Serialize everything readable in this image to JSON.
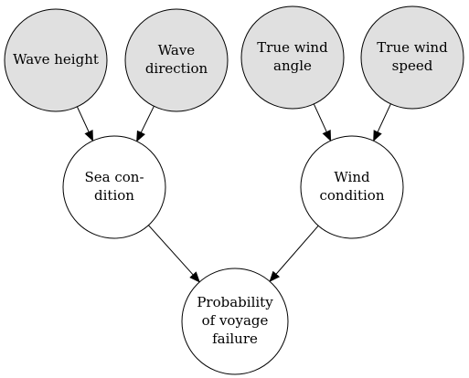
{
  "colors": {
    "observed_fill": "#e0e0e0",
    "latent_fill": "#ffffff",
    "stroke": "#000000"
  },
  "nodes": {
    "wave_height": {
      "lines": [
        "Wave height"
      ],
      "observed": true
    },
    "wave_direction": {
      "lines": [
        "Wave",
        "direction"
      ],
      "observed": true
    },
    "true_wind_angle": {
      "lines": [
        "True wind",
        "angle"
      ],
      "observed": true
    },
    "true_wind_speed": {
      "lines": [
        "True wind",
        "speed"
      ],
      "observed": true
    },
    "sea_condition": {
      "lines": [
        "Sea con-",
        "dition"
      ],
      "observed": false
    },
    "wind_condition": {
      "lines": [
        "Wind",
        "condition"
      ],
      "observed": false
    },
    "probability_of_voyage_failure": {
      "lines": [
        "Probability",
        "of voyage",
        "failure"
      ],
      "observed": false
    }
  },
  "edges": [
    {
      "from": "wave_height",
      "to": "sea_condition"
    },
    {
      "from": "wave_direction",
      "to": "sea_condition"
    },
    {
      "from": "true_wind_angle",
      "to": "wind_condition"
    },
    {
      "from": "true_wind_speed",
      "to": "wind_condition"
    },
    {
      "from": "sea_condition",
      "to": "probability_of_voyage_failure"
    },
    {
      "from": "wind_condition",
      "to": "probability_of_voyage_failure"
    }
  ]
}
